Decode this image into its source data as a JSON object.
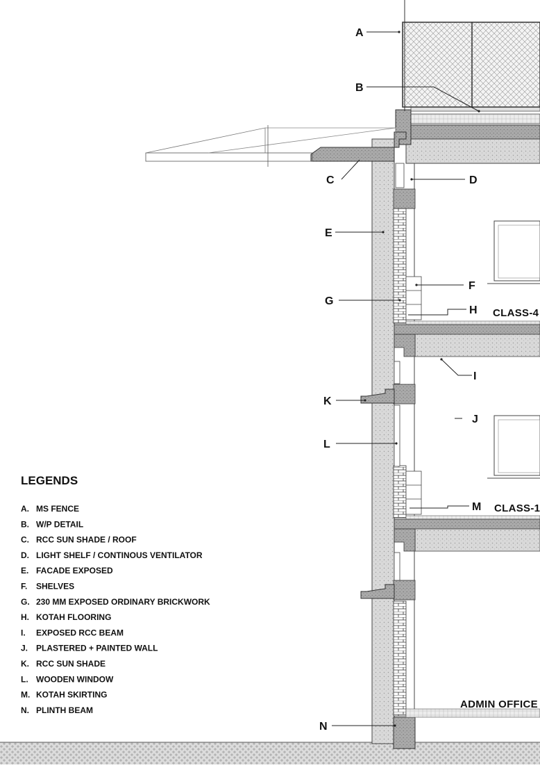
{
  "callouts": {
    "A": "A",
    "B": "B",
    "C": "C",
    "D": "D",
    "E": "E",
    "F": "F",
    "G": "G",
    "H": "H",
    "I": "I",
    "J": "J",
    "K": "K",
    "L": "L",
    "M": "M",
    "N": "N"
  },
  "rooms": {
    "class4": "CLASS-4",
    "class1": "CLASS-1",
    "admin": "ADMIN OFFICE"
  },
  "legend": {
    "title": "LEGENDS",
    "items": [
      {
        "key": "A.",
        "text": "MS FENCE"
      },
      {
        "key": "B.",
        "text": "W/P DETAIL"
      },
      {
        "key": "C.",
        "text": "RCC SUN SHADE / ROOF"
      },
      {
        "key": "D.",
        "text": "LIGHT SHELF / CONTINOUS VENTILATOR"
      },
      {
        "key": "E.",
        "text": "FACADE EXPOSED"
      },
      {
        "key": "F.",
        "text": "SHELVES"
      },
      {
        "key": "G.",
        "text": "230 MM EXPOSED ORDINARY BRICKWORK"
      },
      {
        "key": "H.",
        "text": "KOTAH FLOORING"
      },
      {
        "key": "I.",
        "text": "EXPOSED RCC BEAM"
      },
      {
        "key": "J.",
        "text": "PLASTERED + PAINTED WALL"
      },
      {
        "key": "K.",
        "text": "RCC SUN SHADE"
      },
      {
        "key": "L.",
        "text": "WOODEN WINDOW"
      },
      {
        "key": "M.",
        "text": "KOTAH SKIRTING"
      },
      {
        "key": "N.",
        "text": "PLINTH BEAM"
      }
    ]
  },
  "colors": {
    "concrete": "#d4d4d4",
    "dark_concrete": "#9a9a9a",
    "line": "#222222",
    "ground": "#cfcfcf"
  }
}
